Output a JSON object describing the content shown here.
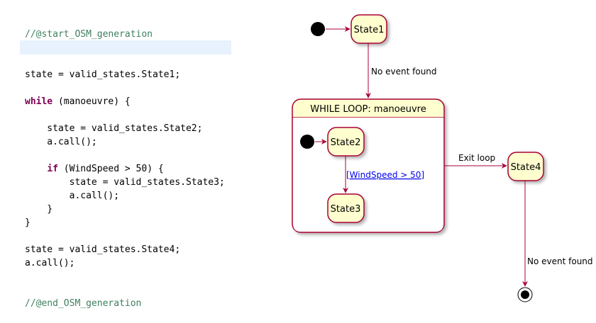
{
  "code": {
    "start_comment": "//@start_OSM_generation",
    "line_state1": "state = valid_states.State1;",
    "kw_while": "while",
    "while_rest": " (manoeuvre) {",
    "line_state2": "    state = valid_states.State2;",
    "line_call1": "    a.call();",
    "if_indent": "    ",
    "kw_if": "if",
    "if_rest": " (WindSpeed > 50) {",
    "line_state3": "        state = valid_states.State3;",
    "line_call2": "        a.call();",
    "close_if": "    }",
    "close_while": "}",
    "line_state4": "state = valid_states.State4;",
    "line_call3": "a.call();",
    "end_comment": "//@end_OSM_generation"
  },
  "diagram": {
    "states": {
      "state1": "State1",
      "state2": "State2",
      "state3": "State3",
      "state4": "State4"
    },
    "composite_title": "WHILE LOOP:  manoeuvre",
    "transitions": {
      "t1_label": "No event found",
      "guard_label": "[WindSpeed > 50]",
      "exit_label": "Exit loop",
      "t_final_label": "No event found"
    },
    "colors": {
      "state_fill": "#fefece",
      "state_stroke": "#a80036",
      "arrow": "#a80036",
      "guard_link": "#0000ee"
    }
  }
}
